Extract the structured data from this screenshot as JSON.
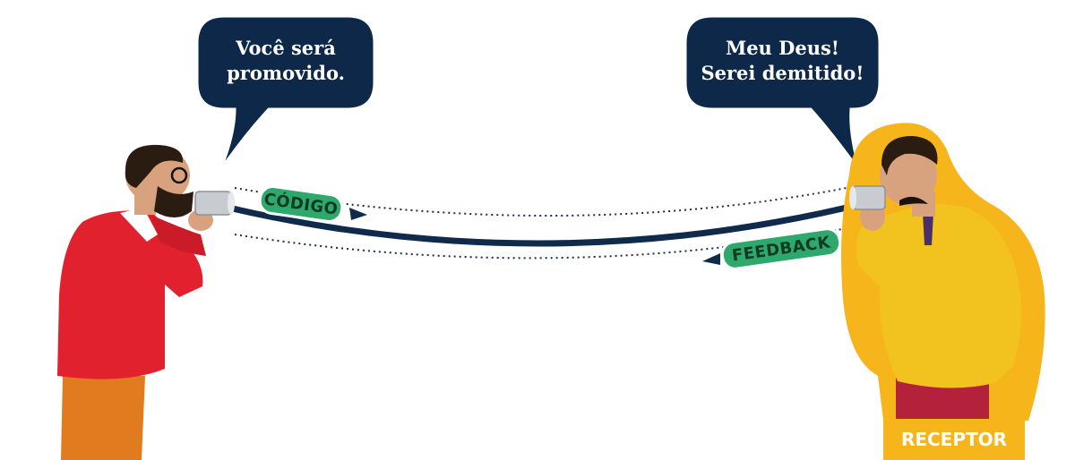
{
  "sender": {
    "speech": "Você será\npromovido."
  },
  "receiver": {
    "speech": "Meu Deus!\nSerei demitido!",
    "label": "RECEPTOR"
  },
  "channel": {
    "code_label": "CÓDIGO",
    "feedback_label": "FEEDBACK"
  },
  "colors": {
    "bubble": "#0d2848",
    "channel_line": "#102a4c",
    "tag_bg": "#2ea86c",
    "tag_border": "#1d7a4a",
    "sender_sweater": "#e2212e",
    "sender_pants": "#e07b1f",
    "receiver_sweater": "#f2c21e",
    "receiver_pants": "#b3223a",
    "receptor_highlight": "#f5b51b"
  },
  "icons": {
    "sender_figure": "person-shouting-into-can-icon",
    "receiver_figure": "person-listening-to-can-icon",
    "arrow": "arrow-head-icon"
  }
}
